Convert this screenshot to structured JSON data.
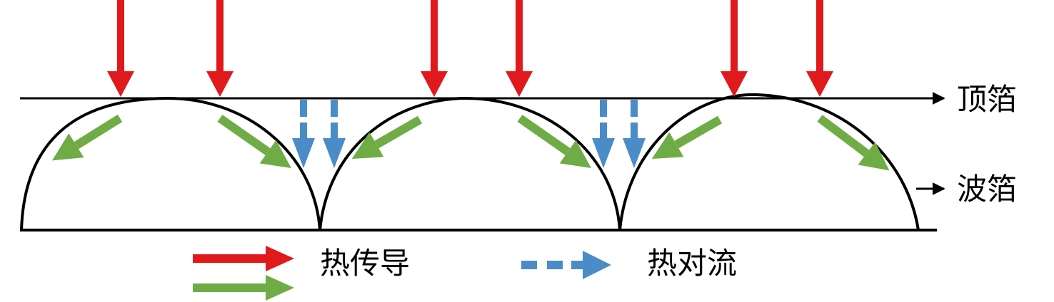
{
  "labels": {
    "top_foil": "顶箔",
    "wave_foil": "波箔",
    "heat_conduction": "热传导",
    "heat_convection": "热对流"
  },
  "colors": {
    "conduction_red": "#E0191D",
    "conduction_green": "#6FAC46",
    "convection_blue": "#4A8CC7",
    "line": "#000000"
  }
}
